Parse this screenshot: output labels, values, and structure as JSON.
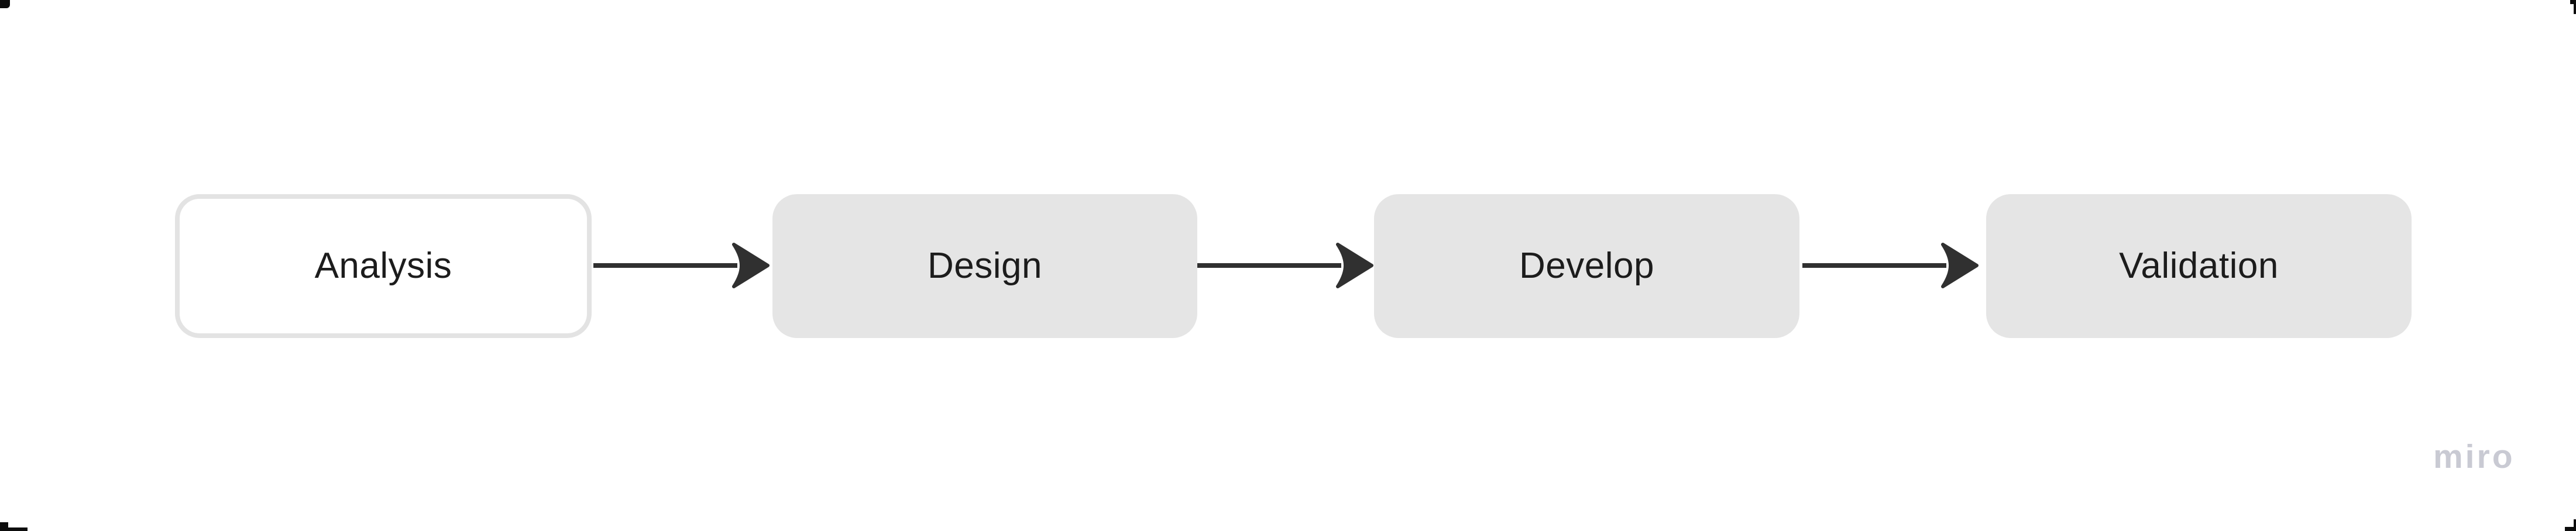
{
  "canvas": {
    "background": "#ffffff",
    "watermark": {
      "label": "miro",
      "color": "#c9cad3"
    }
  },
  "diagram": {
    "type": "flowchart",
    "direction": "left-to-right",
    "text_color": "#1c1c1c",
    "arrow_color": "#303030",
    "nodes": [
      {
        "id": "analysis",
        "label": "Analysis",
        "style": "white-outlined",
        "fill": "#ffffff",
        "border_color": "#e3e3e3"
      },
      {
        "id": "design",
        "label": "Design",
        "style": "gray-filled",
        "fill": "#e5e5e5"
      },
      {
        "id": "develop",
        "label": "Develop",
        "style": "gray-filled",
        "fill": "#e5e5e5"
      },
      {
        "id": "validation",
        "label": "Validation",
        "style": "gray-filled",
        "fill": "#e5e5e5"
      }
    ],
    "edges": [
      {
        "from": "analysis",
        "to": "design",
        "style": "solid-arrow"
      },
      {
        "from": "design",
        "to": "develop",
        "style": "solid-arrow"
      },
      {
        "from": "develop",
        "to": "validation",
        "style": "solid-arrow"
      }
    ]
  }
}
